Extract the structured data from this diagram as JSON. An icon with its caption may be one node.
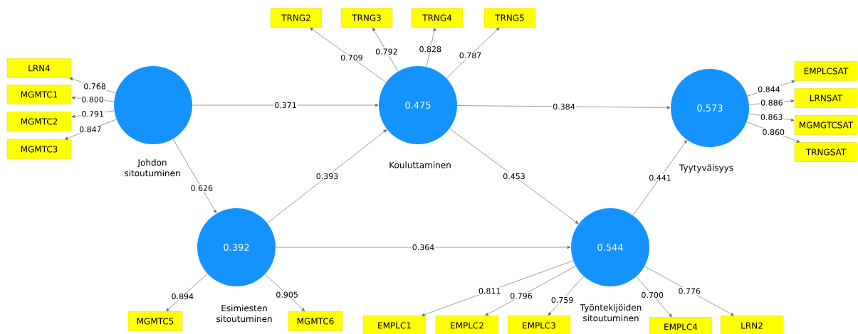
{
  "diagram": {
    "nodes": [
      {
        "text": [
          "Johdon sitoutuminen"
        ]
      },
      {
        "text": [
          "0.475",
          "Kouluttaminen"
        ]
      },
      {
        "text": [
          "0.573",
          "Tyytyväisyys"
        ]
      },
      {
        "text": [
          "0.392",
          "Esimiesten sitoutuminen"
        ]
      },
      {
        "text": [
          "0.544",
          "Työntekijöiden sitoutuminen"
        ]
      },
      {
        "text": [
          "LRN4"
        ]
      },
      {
        "text": [
          "MGMTC1"
        ]
      },
      {
        "text": [
          "MGMTC2"
        ]
      },
      {
        "text": [
          "MGMTC3"
        ]
      },
      {
        "text": [
          "TRNG2"
        ]
      },
      {
        "text": [
          "TRNG3"
        ]
      },
      {
        "text": [
          "TRNG4"
        ]
      },
      {
        "text": [
          "TRNG5"
        ]
      },
      {
        "text": [
          "EMPLCSAT"
        ]
      },
      {
        "text": [
          "LRNSAT"
        ]
      },
      {
        "text": [
          "MGMGTCSAT"
        ]
      },
      {
        "text": [
          "TRNGSAT"
        ]
      },
      {
        "text": [
          "MGMTC5"
        ]
      },
      {
        "text": [
          "MGMTC6"
        ]
      },
      {
        "text": [
          "EMPLC1"
        ]
      },
      {
        "text": [
          "EMPLC2"
        ]
      },
      {
        "text": [
          "EMPLC3"
        ]
      },
      {
        "text": [
          "EMPLC4"
        ]
      },
      {
        "text": [
          "LRN2"
        ]
      }
    ],
    "edges": [
      {
        "from": 0,
        "to": 1,
        "arrow": "to",
        "label": "0.371"
      },
      {
        "from": 0,
        "to": 3,
        "arrow": "to",
        "label": "0.626"
      },
      {
        "from": 3,
        "to": 1,
        "arrow": "to",
        "label": "0.393"
      },
      {
        "from": 1,
        "to": 2,
        "arrow": "to",
        "label": "0.384"
      },
      {
        "from": 1,
        "to": 4,
        "arrow": "to",
        "label": "0.453"
      },
      {
        "from": 3,
        "to": 4,
        "arrow": "to",
        "label": "0.364"
      },
      {
        "from": 4,
        "to": 2,
        "arrow": "to",
        "label": "0.441"
      },
      {
        "from": 0,
        "to": 5,
        "arrow": "to",
        "label": "0.768"
      },
      {
        "from": 0,
        "to": 6,
        "arrow": "to",
        "label": "0.800"
      },
      {
        "from": 0,
        "to": 7,
        "arrow": "to",
        "label": "0.791"
      },
      {
        "from": 0,
        "to": 8,
        "arrow": "to",
        "label": "0.847"
      },
      {
        "from": 1,
        "to": 9,
        "arrow": "to",
        "label": "0.709"
      },
      {
        "from": 1,
        "to": 10,
        "arrow": "to",
        "label": "0.792"
      },
      {
        "from": 1,
        "to": 11,
        "arrow": "to",
        "label": "0.828"
      },
      {
        "from": 1,
        "to": 12,
        "arrow": "to",
        "label": "0.787"
      },
      {
        "from": 2,
        "to": 13,
        "arrow": "to",
        "label": "0.844"
      },
      {
        "from": 2,
        "to": 14,
        "arrow": "to",
        "label": "0.886"
      },
      {
        "from": 2,
        "to": 15,
        "arrow": "to",
        "label": "0.863"
      },
      {
        "from": 2,
        "to": 16,
        "arrow": "to",
        "label": "0.860"
      },
      {
        "from": 3,
        "to": 17,
        "arrow": "to",
        "label": "0.894"
      },
      {
        "from": 3,
        "to": 18,
        "arrow": "to",
        "label": "0.905"
      },
      {
        "from": 4,
        "to": 19,
        "arrow": "to",
        "label": "0.811"
      },
      {
        "from": 4,
        "to": 20,
        "arrow": "to",
        "label": "0.796"
      },
      {
        "from": 4,
        "to": 21,
        "arrow": "to",
        "label": "0.759"
      },
      {
        "from": 4,
        "to": 22,
        "arrow": "to",
        "label": "0.700"
      },
      {
        "from": 4,
        "to": 23,
        "arrow": "to",
        "label": "0.776"
      }
    ]
  }
}
